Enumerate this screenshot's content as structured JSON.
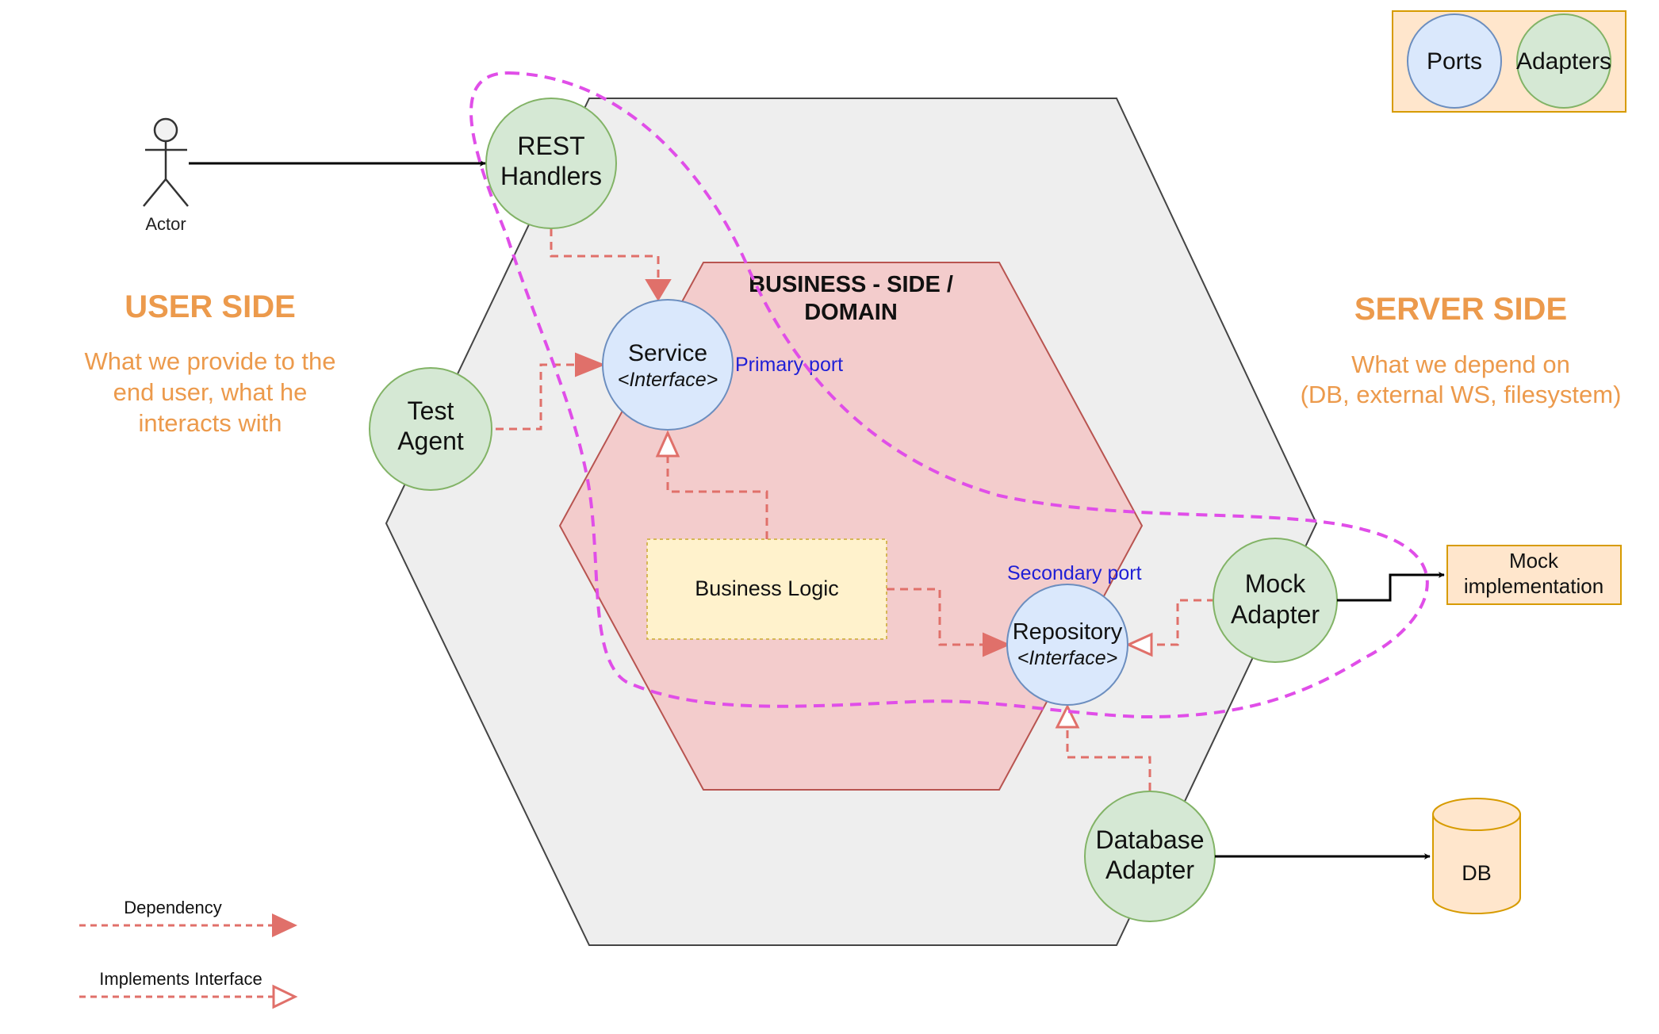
{
  "actor": {
    "label": "Actor"
  },
  "legend": {
    "ports": "Ports",
    "adapters": "Adapters"
  },
  "user_side": {
    "title": "USER SIDE",
    "lines": [
      "What we provide to the",
      "end user, what he",
      "interacts with"
    ]
  },
  "server_side": {
    "title": "SERVER SIDE",
    "lines": [
      "What we depend on",
      "(DB, external WS, filesystem)"
    ]
  },
  "domain": {
    "title_lines": [
      "BUSINESS - SIDE /",
      "DOMAIN"
    ]
  },
  "nodes": {
    "rest_handlers": [
      "REST",
      "Handlers"
    ],
    "test_agent": [
      "Test",
      "Agent"
    ],
    "service": {
      "name": "Service",
      "kind": "<Interface>"
    },
    "repository": {
      "name": "Repository",
      "kind": "<Interface>"
    },
    "mock_adapter": [
      "Mock",
      "Adapter"
    ],
    "database_adapter": [
      "Database",
      "Adapter"
    ],
    "business_logic": "Business Logic",
    "mock_impl": [
      "Mock",
      "implementation"
    ],
    "db": "DB"
  },
  "ports": {
    "primary": "Primary port",
    "secondary": "Secondary port"
  },
  "edge_legend": {
    "dependency": "Dependency",
    "implements": "Implements Interface"
  },
  "colors": {
    "outer_hex": "#eeeeee",
    "inner_hex": "#f3cccc",
    "port_fill": "#dae8fc",
    "adapter_fill": "#d5e8d4",
    "dependency": "#e0706a",
    "highlight": "#e04ee8",
    "accent_text": "#ec9a4c",
    "port_text": "#1f1fd6"
  }
}
